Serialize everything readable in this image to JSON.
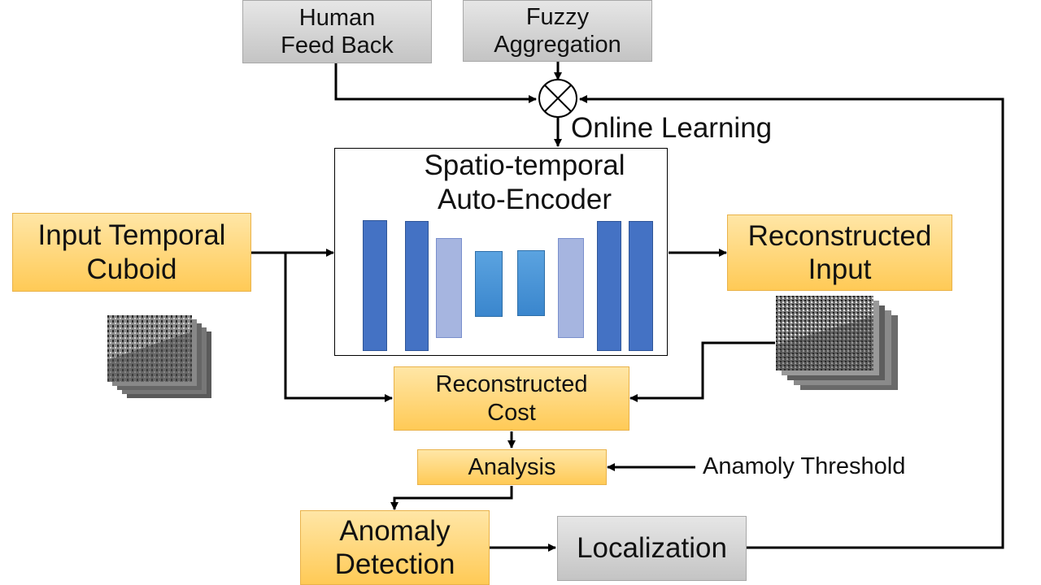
{
  "nodes": {
    "human_feedback": "Human Feed Back",
    "fuzzy_aggregation": "Fuzzy Aggregation",
    "online_learning": "Online Learning",
    "autoencoder_title": "Spatio-temporal Auto-Encoder",
    "input_cuboid": "Input Temporal Cuboid",
    "reconstructed_input": "Reconstructed Input",
    "reconstructed_cost": "Reconstructed Cost",
    "analysis": "Analysis",
    "anomaly_threshold": "Anamoly Threshold",
    "anomaly_detection": "Anomaly Detection",
    "localization": "Localization"
  },
  "colors": {
    "box_orange": "#ffca56",
    "box_gray": "#c4c4c4",
    "layer_dark_blue": "#4472c4",
    "layer_light_blue": "#a6b5e0",
    "layer_mid_blue": "#5ba3e0",
    "arrows": "#000000"
  },
  "autoencoder_layers": [
    "dark",
    "dark",
    "light",
    "mid",
    "mid",
    "light",
    "dark",
    "dark"
  ]
}
